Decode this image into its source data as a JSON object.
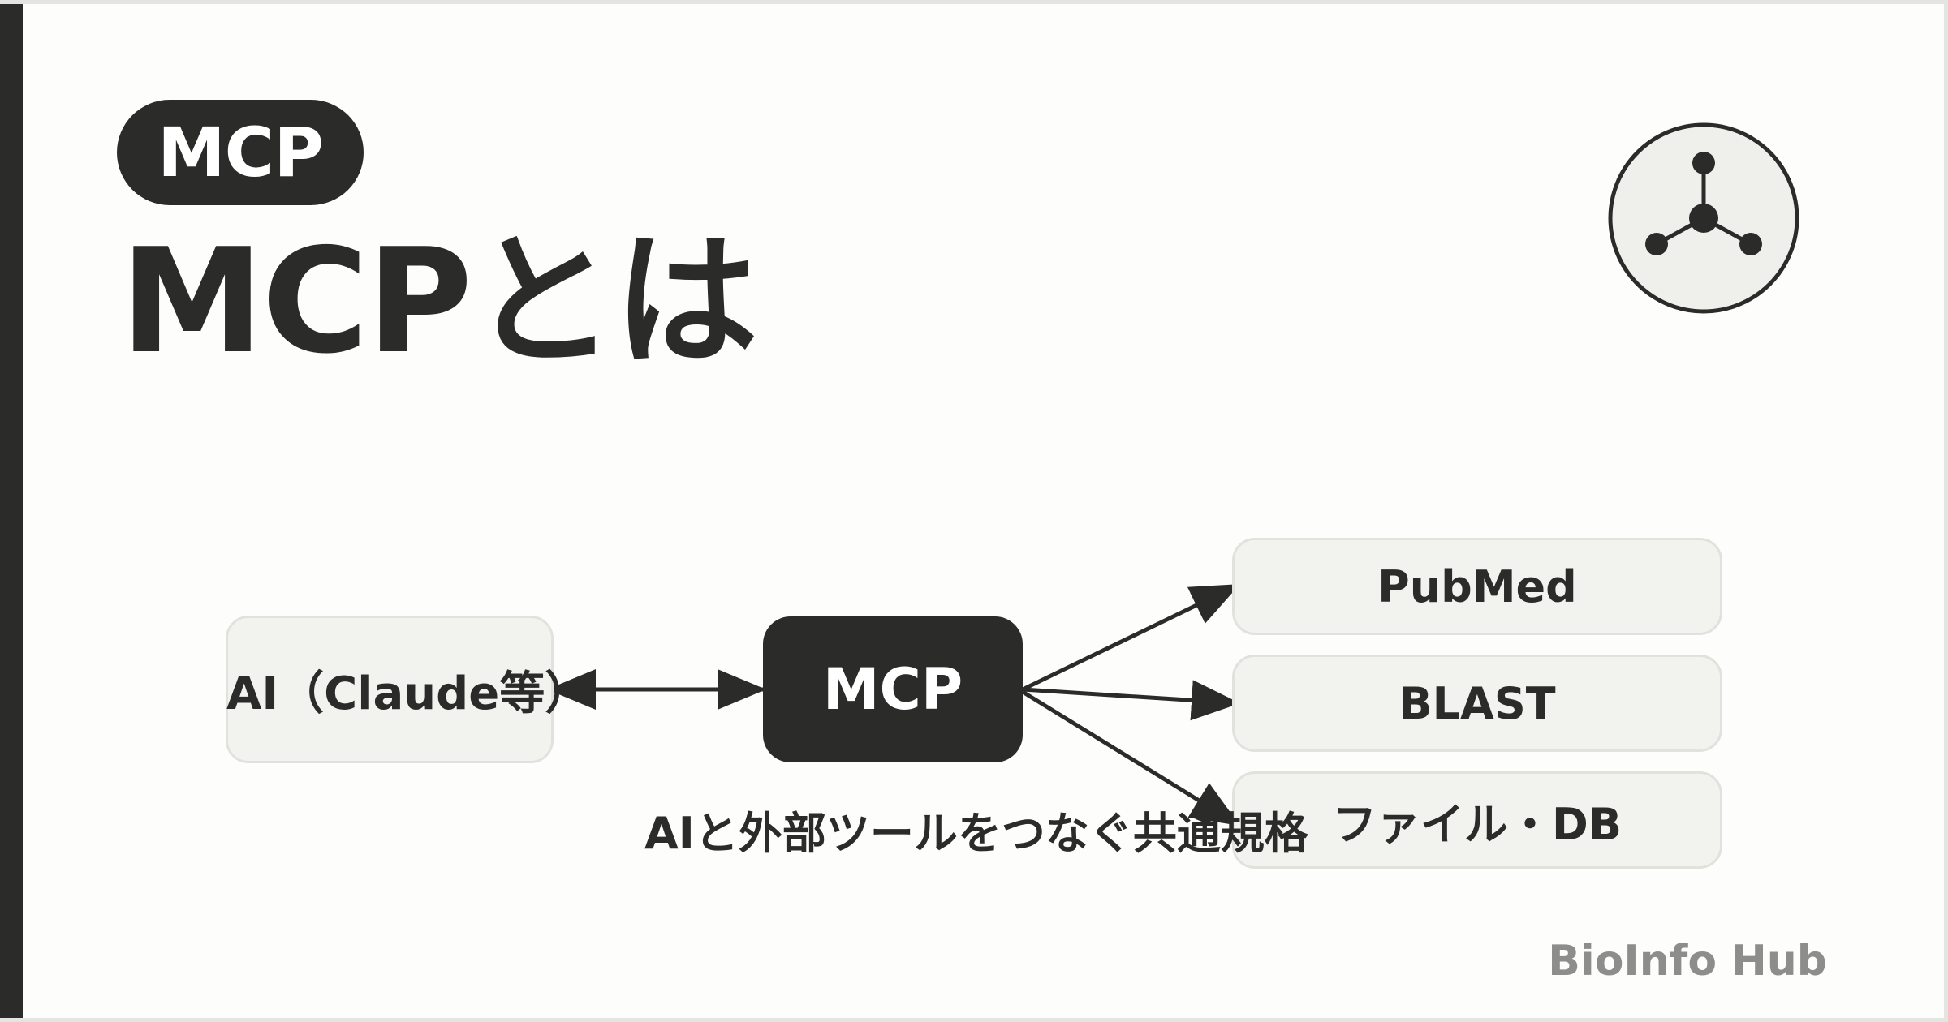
{
  "tag": "MCP",
  "title": "MCPとは",
  "diagram": {
    "ai_node": "AI（Claude等）",
    "mcp_node": "MCP",
    "targets": [
      "PubMed",
      "BLAST",
      "ファイル・DB"
    ],
    "caption": "AIと外部ツールをつなぐ共通規格"
  },
  "brand": "BioInfo Hub",
  "colors": {
    "dark": "#2b2b29",
    "light_box": "#f2f2ee",
    "background": "#fdfdfc",
    "brand_text": "#8d8d89"
  },
  "icons": {
    "logo": "molecule-icon"
  }
}
